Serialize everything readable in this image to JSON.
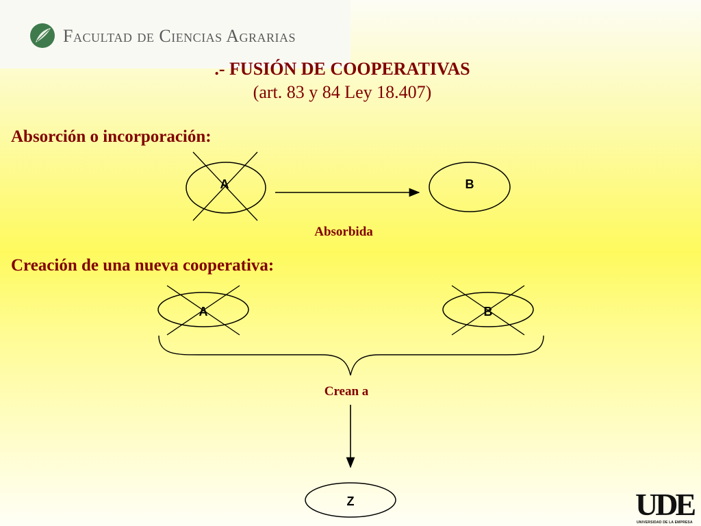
{
  "header": {
    "faculty_name": "Facultad de Ciencias Agrarias"
  },
  "slide": {
    "title": ".- FUSIÓN DE COOPERATIVAS",
    "subtitle": "(art. 83 y 84 Ley 18.407)"
  },
  "absorption": {
    "heading": "Absorción o incorporación:",
    "node_a": "A",
    "node_b": "B",
    "caption": "Absorbida"
  },
  "creation": {
    "heading": "Creación de una nueva cooperativa:",
    "node_a": "A",
    "node_b": "B",
    "caption": "Crean a",
    "node_z": "Z"
  },
  "branding": {
    "ude_logo": "UDE",
    "ude_tagline": "UNIVERSIDAD DE LA EMPRESA"
  },
  "colors": {
    "title": "#800000",
    "header_text": "#595959",
    "logo_green": "#3f7a4c"
  }
}
